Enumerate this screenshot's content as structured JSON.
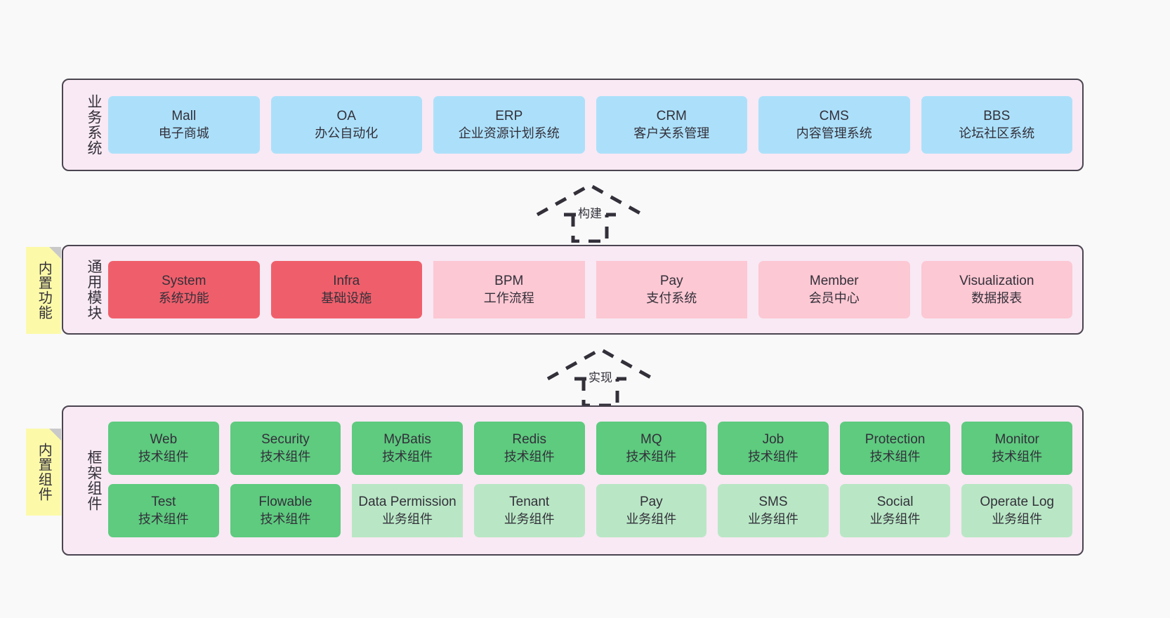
{
  "layers": [
    {
      "id": "business",
      "title": "业务系统",
      "cards": [
        {
          "en": "Mall",
          "cn": "电子商城"
        },
        {
          "en": "OA",
          "cn": "办公自动化"
        },
        {
          "en": "ERP",
          "cn": "企业资源计划系统"
        },
        {
          "en": "CRM",
          "cn": "客户关系管理"
        },
        {
          "en": "CMS",
          "cn": "内容管理系统"
        },
        {
          "en": "BBS",
          "cn": "论坛社区系统"
        }
      ]
    },
    {
      "id": "modules",
      "title": "通用模块",
      "cards": [
        {
          "en": "System",
          "cn": "系统功能",
          "style": "accent"
        },
        {
          "en": "Infra",
          "cn": "基础设施",
          "style": "accent"
        },
        {
          "en": "BPM",
          "cn": "工作流程",
          "style": "sharp"
        },
        {
          "en": "Pay",
          "cn": "支付系统",
          "style": "sharp"
        },
        {
          "en": "Member",
          "cn": "会员中心",
          "style": "plain"
        },
        {
          "en": "Visualization",
          "cn": "数据报表",
          "style": "plain"
        }
      ]
    },
    {
      "id": "framework",
      "title": "框架组件",
      "rows": [
        [
          {
            "en": "Web",
            "cn": "技术组件",
            "style": "tech"
          },
          {
            "en": "Security",
            "cn": "技术组件",
            "style": "tech"
          },
          {
            "en": "MyBatis",
            "cn": "技术组件",
            "style": "tech"
          },
          {
            "en": "Redis",
            "cn": "技术组件",
            "style": "tech"
          },
          {
            "en": "MQ",
            "cn": "技术组件",
            "style": "tech"
          },
          {
            "en": "Job",
            "cn": "技术组件",
            "style": "tech"
          },
          {
            "en": "Protection",
            "cn": "技术组件",
            "style": "tech"
          },
          {
            "en": "Monitor",
            "cn": "技术组件",
            "style": "tech"
          }
        ],
        [
          {
            "en": "Test",
            "cn": "技术组件",
            "style": "tech"
          },
          {
            "en": "Flowable",
            "cn": "技术组件",
            "style": "tech"
          },
          {
            "en": "Data Permission",
            "cn": "业务组件",
            "style": "biz sharp"
          },
          {
            "en": "Tenant",
            "cn": "业务组件",
            "style": "biz"
          },
          {
            "en": "Pay",
            "cn": "业务组件",
            "style": "biz"
          },
          {
            "en": "SMS",
            "cn": "业务组件",
            "style": "biz"
          },
          {
            "en": "Social",
            "cn": "业务组件",
            "style": "biz"
          },
          {
            "en": "Operate Log",
            "cn": "业务组件",
            "style": "biz"
          }
        ]
      ]
    }
  ],
  "notes": [
    {
      "id": "builtin-function",
      "text": "内置功能"
    },
    {
      "id": "builtin-component",
      "text": "内置组件"
    }
  ],
  "arrows": [
    {
      "id": "build",
      "label": "构建"
    },
    {
      "id": "implement",
      "label": "实现"
    }
  ],
  "colors": {
    "canvas": "#f9f9f9",
    "layer_fill": "#f8e9f4",
    "layer_border": "#4a4550",
    "business_card": "#ace0fa",
    "module_accent": "#ef5f6b",
    "module_card": "#fcc8d3",
    "tech_card": "#5ecb7f",
    "biz_card": "#b9e7c5",
    "note_fill": "#fcfaa8",
    "note_fold": "#c9c9c9",
    "text": "#33303a"
  }
}
